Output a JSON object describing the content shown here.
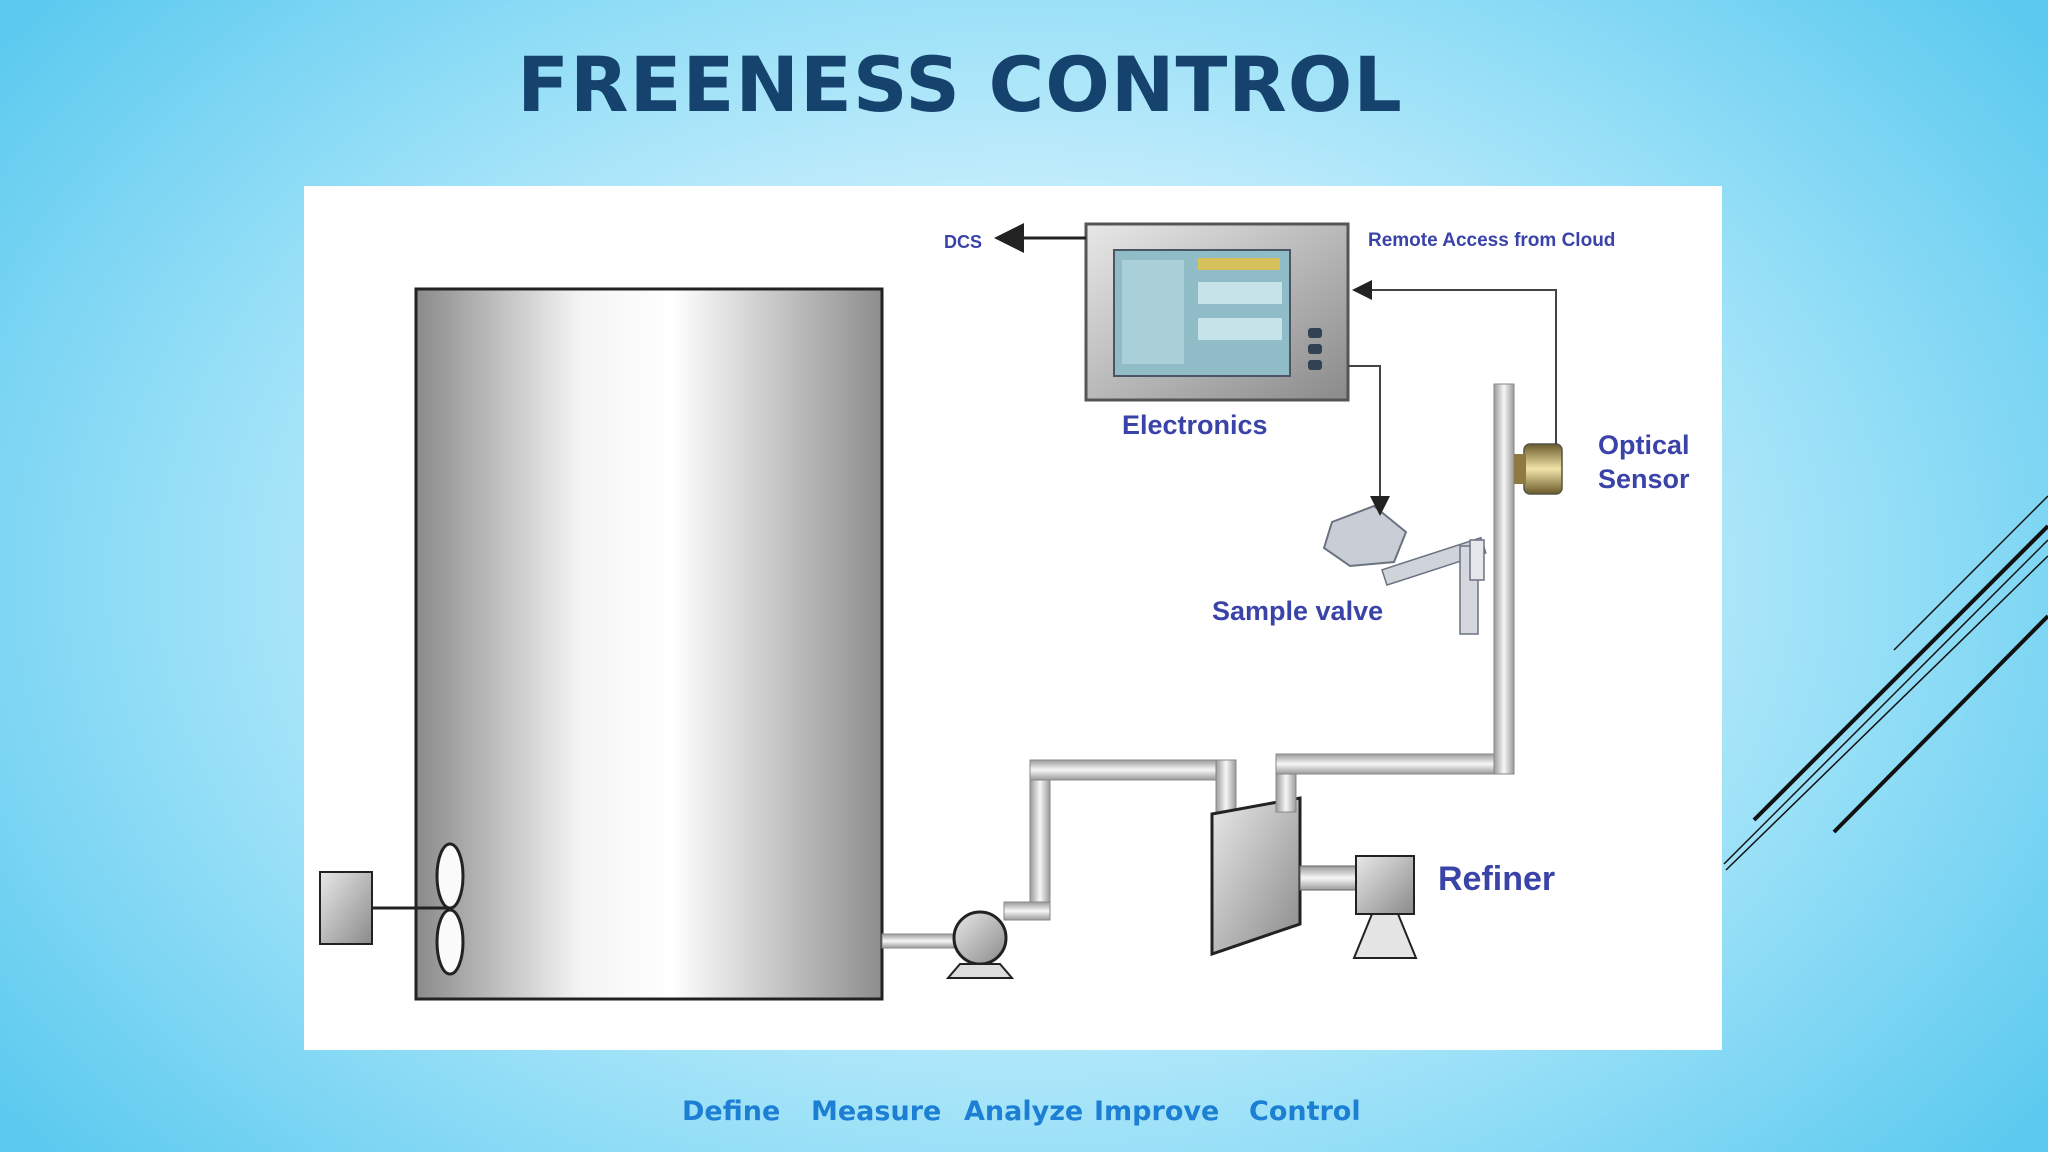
{
  "slide": {
    "title": "FREENESS CONTROL"
  },
  "diagram": {
    "labels": {
      "dcs": "DCS",
      "remote_access": "Remote Access from Cloud",
      "electronics": "Electronics",
      "optical_line1": "Optical",
      "optical_line2": "Sensor",
      "sample_valve": "Sample valve",
      "refiner": "Refiner"
    }
  },
  "nav": {
    "items": [
      "Define",
      "Measure",
      "Analyze",
      "Improve",
      "Control"
    ]
  },
  "colors": {
    "title": "#15436e",
    "nav_text": "#1c7fd4",
    "diagram_label": "#3943a8"
  }
}
